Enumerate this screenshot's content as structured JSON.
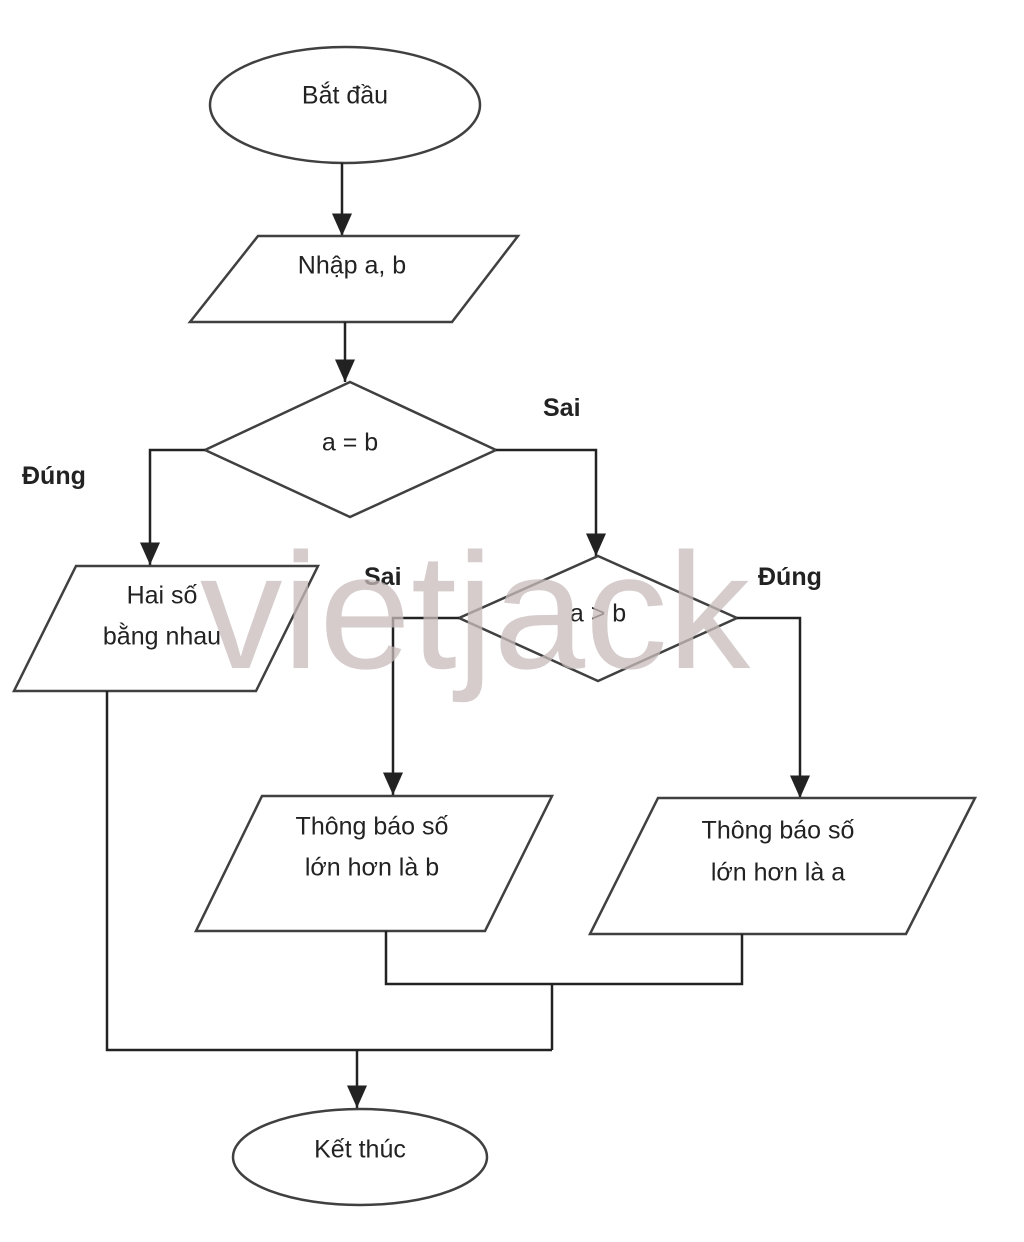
{
  "watermark": "vietjack",
  "nodes": {
    "start": {
      "label": "Bắt đầu"
    },
    "input": {
      "label": "Nhập a, b"
    },
    "decision_equal": {
      "label": "a = b"
    },
    "equal_output": {
      "line1": "Hai số",
      "line2": "bằng nhau"
    },
    "decision_greater": {
      "label": "a > b"
    },
    "output_b": {
      "line1": "Thông báo số",
      "line2": "lớn hơn là b"
    },
    "output_a": {
      "line1": "Thông báo số",
      "line2": "lớn hơn là a"
    },
    "end": {
      "label": "Kết thúc"
    }
  },
  "labels": {
    "equal_false": "Sai",
    "equal_true": "Đúng",
    "greater_false": "Sai",
    "greater_true": "Đúng"
  }
}
